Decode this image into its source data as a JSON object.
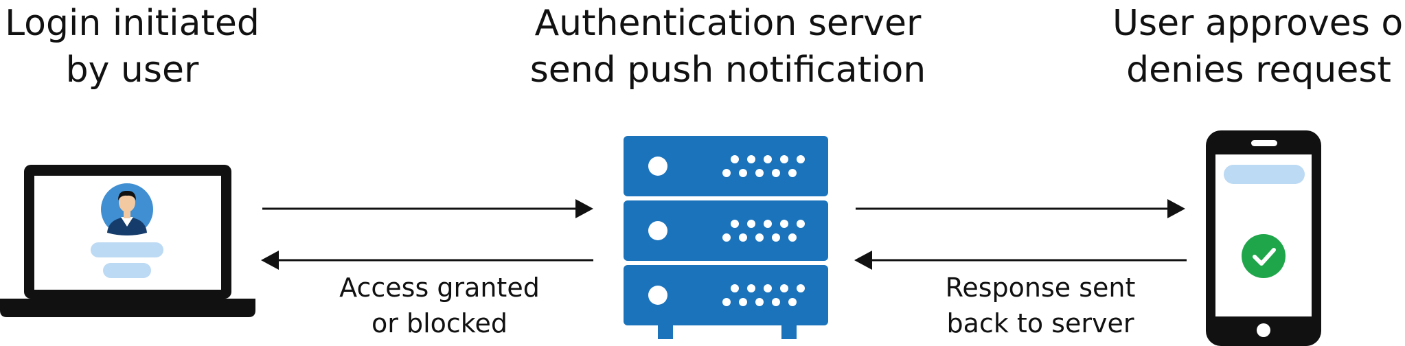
{
  "headings": {
    "login": [
      "Login initiated",
      "by user"
    ],
    "server": [
      "Authentication server",
      "send push notification"
    ],
    "user": [
      "User approves or",
      "denies request"
    ]
  },
  "captions": {
    "access": [
      "Access granted",
      "or blocked"
    ],
    "response": [
      "Response sent",
      "back to server"
    ]
  },
  "icons": {
    "laptop": "laptop-icon",
    "user": "user-avatar-icon",
    "server": "server-rack-icon",
    "phone": "smartphone-icon",
    "check": "check-circle-icon"
  },
  "colors": {
    "server_blue": "#1b73bb",
    "avatar_blue": "#3f8fd2",
    "placeholder_blue": "#bcdaf3",
    "check_green": "#1fa64a",
    "device_black": "#111111"
  }
}
